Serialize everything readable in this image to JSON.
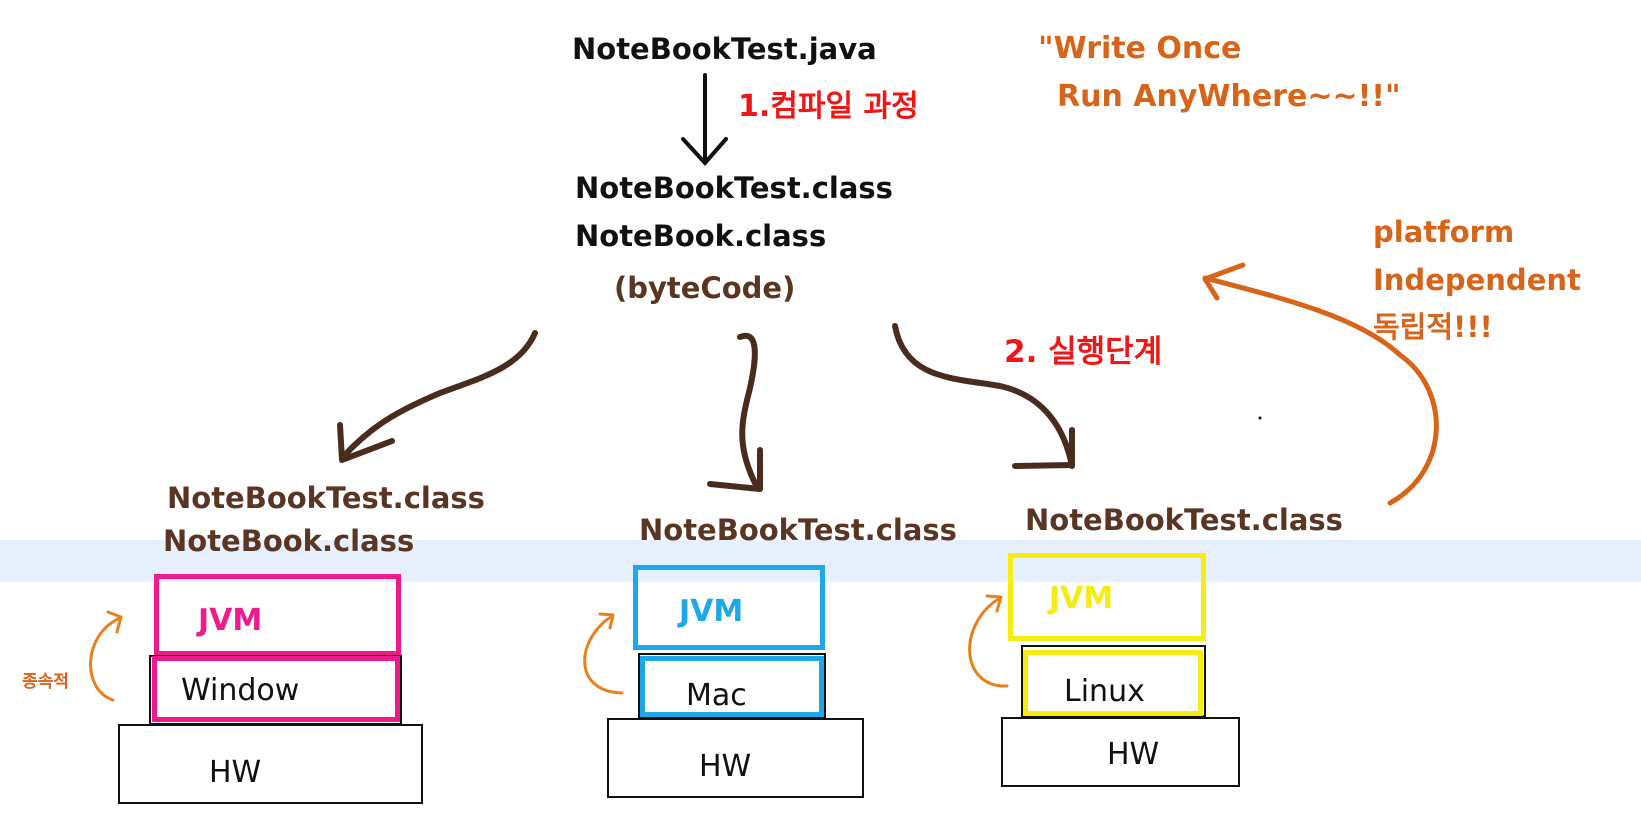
{
  "top": {
    "source_file": "NoteBookTest.java",
    "compile_step": "1.컴파일 과정",
    "class_file_1": "NoteBookTest.class",
    "class_file_2": "NoteBook.class",
    "bytecode": "(byteCode)"
  },
  "slogan": {
    "line1": "\"Write Once",
    "line2": "Run AnyWhere~~!!\""
  },
  "platform_note": {
    "line1": "platform",
    "line2": "Independent",
    "line3": "독립적!!!"
  },
  "run_step": "2. 실행단계",
  "stacks": [
    {
      "class_files": [
        "NoteBookTest.class",
        "NoteBook.class"
      ],
      "jvm": "JVM",
      "os": "Window",
      "hw": "HW",
      "note": "종속적",
      "color": "#f01a8c"
    },
    {
      "class_files": [
        "NoteBookTest.class"
      ],
      "jvm": "JVM",
      "os": "Mac",
      "hw": "HW",
      "color": "#1ea8e8"
    },
    {
      "class_files": [
        "NoteBookTest.class"
      ],
      "jvm": "JVM",
      "os": "Linux",
      "hw": "HW",
      "color": "#f4ec12"
    }
  ],
  "colors": {
    "arrow_brown": "#4a2c1f",
    "annotation_orange": "#d8641a",
    "step_red": "#f01616"
  }
}
